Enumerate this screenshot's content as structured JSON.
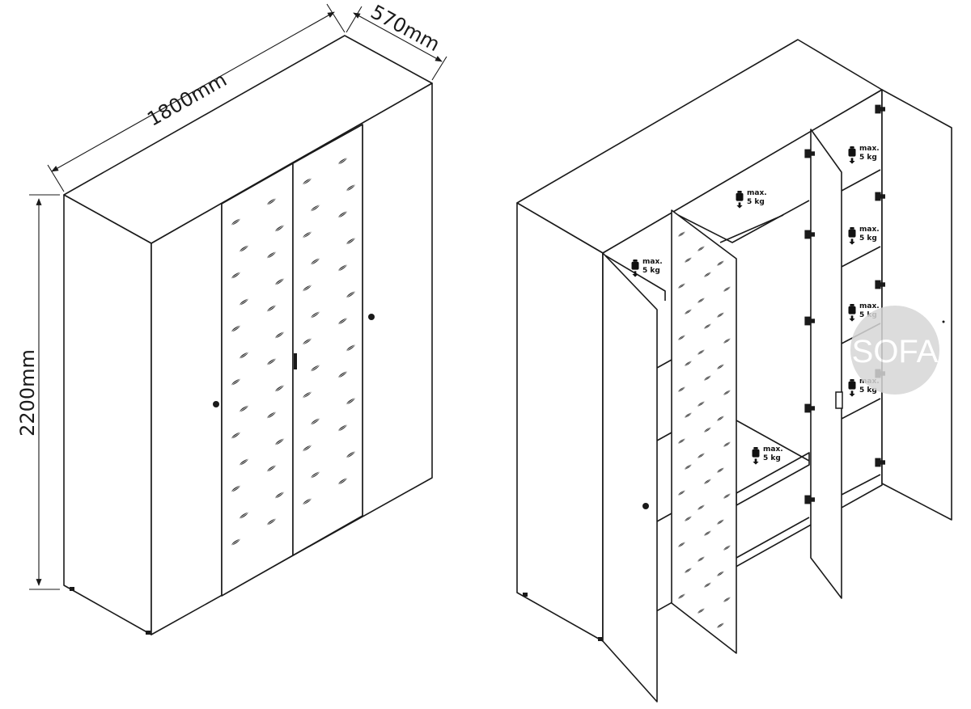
{
  "dimensions": {
    "width": "1800mm",
    "depth": "570mm",
    "height": "2200mm"
  },
  "load_label": {
    "line1": "max.",
    "line2": "5 kg"
  },
  "watermark": "SOFA",
  "colors": {
    "line": "#1a1a1a",
    "background": "#ffffff",
    "watermark": "#cccccc"
  },
  "icons": [
    "weight-icon",
    "arrow-down-icon",
    "hinge-icon",
    "door-knob-icon",
    "leaf-pattern-icon"
  ]
}
